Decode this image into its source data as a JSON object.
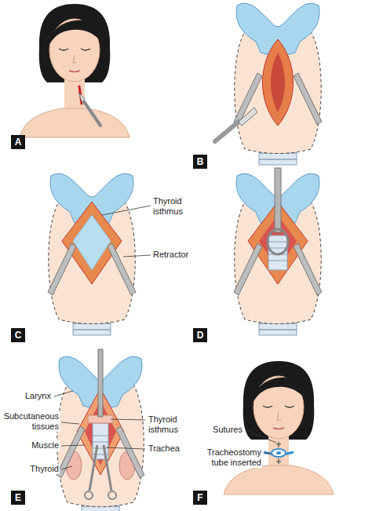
{
  "diagram": {
    "nodes": [
      {
        "text": [
          "A"
        ]
      },
      {
        "text": [
          "B"
        ]
      },
      {
        "text": [
          "C"
        ]
      },
      {
        "text": [
          "D"
        ]
      },
      {
        "text": [
          "E"
        ]
      },
      {
        "text": [
          "F"
        ]
      }
    ],
    "labels": [
      "Thyroid isthmus",
      "Retractor",
      "Larynx",
      "Subcutaneous tissues",
      "Muscle",
      "Thyroid",
      "Thyroid isthmus",
      "Trachea",
      "Sutures",
      "Tracheostomy tube inserted"
    ]
  }
}
